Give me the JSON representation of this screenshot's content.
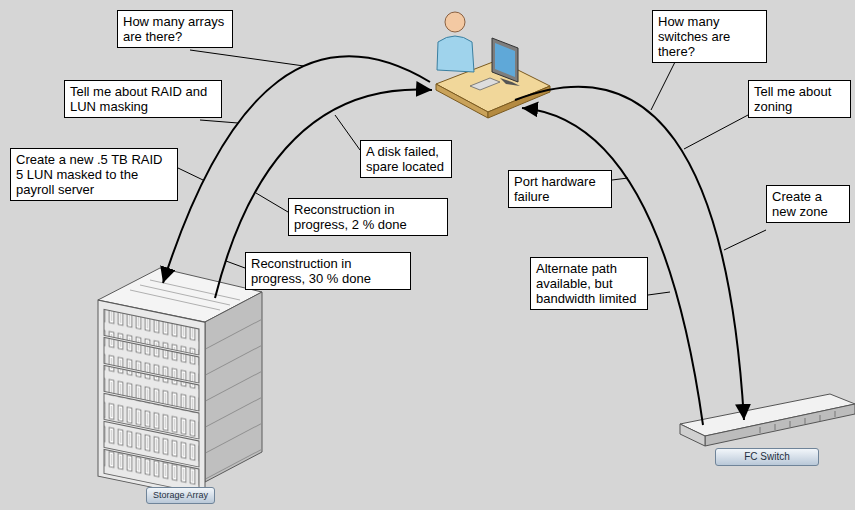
{
  "diagram": {
    "nodes": [
      {
        "text": [
          "How many arrays are there?"
        ]
      },
      {
        "text": [
          "Tell me about RAID and LUN masking"
        ]
      },
      {
        "text": [
          "Create a new .5 TB RAID 5 LUN masked to the payroll server"
        ]
      },
      {
        "text": [
          "A disk failed, spare located"
        ]
      },
      {
        "text": [
          "Reconstruction in progress, 2 % done"
        ]
      },
      {
        "text": [
          "Reconstruction in progress, 30 % done"
        ]
      },
      {
        "text": [
          "How many switches are there?"
        ]
      },
      {
        "text": [
          "Tell me about zoning"
        ]
      },
      {
        "text": [
          "Port hardware failure"
        ]
      },
      {
        "text": [
          "Create a new zone"
        ]
      },
      {
        "text": [
          "Alternate path available, but bandwidth limited"
        ]
      },
      {
        "text": [
          "Storage Array"
        ]
      },
      {
        "text": [
          "FC Switch"
        ]
      }
    ]
  }
}
